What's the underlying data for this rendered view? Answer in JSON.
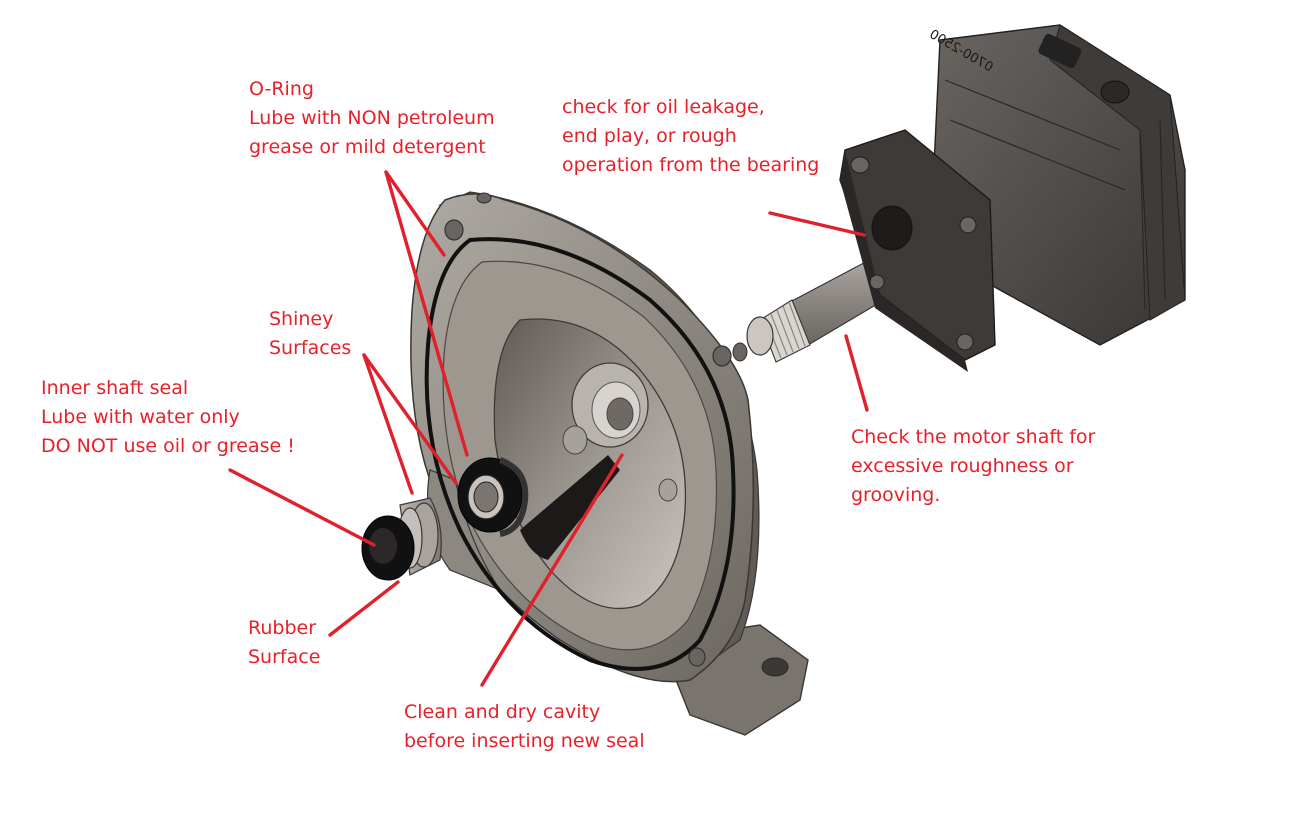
{
  "callouts": {
    "oring": [
      "O-Ring",
      "Lube with NON petroleum",
      "grease or mild detergent"
    ],
    "bearing": [
      "check for oil leakage,",
      "end play, or rough",
      "operation from the bearing"
    ],
    "shiney": [
      "Shiney",
      "Surfaces"
    ],
    "inner_seal": [
      "Inner shaft seal",
      "Lube with water only",
      "DO NOT use oil or grease !"
    ],
    "motor_shaft": [
      "Check the motor shaft for",
      "excessive roughness or",
      "grooving."
    ],
    "rubber": [
      "Rubber",
      "Surface"
    ],
    "cavity": [
      "Clean and dry cavity",
      "before inserting new seal"
    ]
  },
  "motor_marking": "0700-2500",
  "colors": {
    "annotation": "#e8202a",
    "housing": "#8a847e",
    "motor": "#4a4643",
    "seal": "#111111"
  }
}
